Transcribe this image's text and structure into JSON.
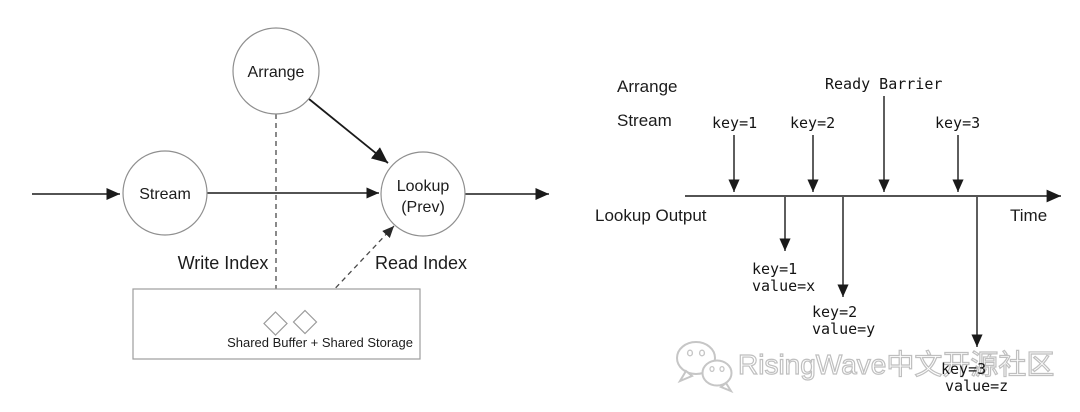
{
  "left_diagram": {
    "arrange_label": "Arrange",
    "stream_label": "Stream",
    "lookup_label_line1": "Lookup",
    "lookup_label_line2": "(Prev)",
    "write_index_label": "Write Index",
    "read_index_label": "Read Index",
    "storage_box_label": "Shared Buffer + Shared Storage"
  },
  "right_diagram": {
    "arrange_row_label": "Arrange",
    "stream_row_label": "Stream",
    "ready_barrier_label": "Ready Barrier",
    "lookup_output_label": "Lookup Output",
    "time_label": "Time",
    "stream_events": [
      {
        "label": "key=1"
      },
      {
        "label": "key=2"
      },
      {
        "label": "key=3"
      }
    ],
    "outputs": [
      {
        "key": "key=1",
        "value": "value=x"
      },
      {
        "key": "key=2",
        "value": "value=y"
      },
      {
        "key": "key=3",
        "value": "value=z"
      }
    ]
  },
  "watermark": {
    "text": "RisingWave中文开源社区",
    "icon": "wechat-icon"
  },
  "colors": {
    "background": "#ffffff",
    "line": "#1a1a1a",
    "node_stroke": "#8f8f8f",
    "box_stroke": "#9d9d9d",
    "dashed_line": "#4a4a4a",
    "watermark_stroke": "#bfbfbf",
    "text": "#1c1c1c"
  }
}
